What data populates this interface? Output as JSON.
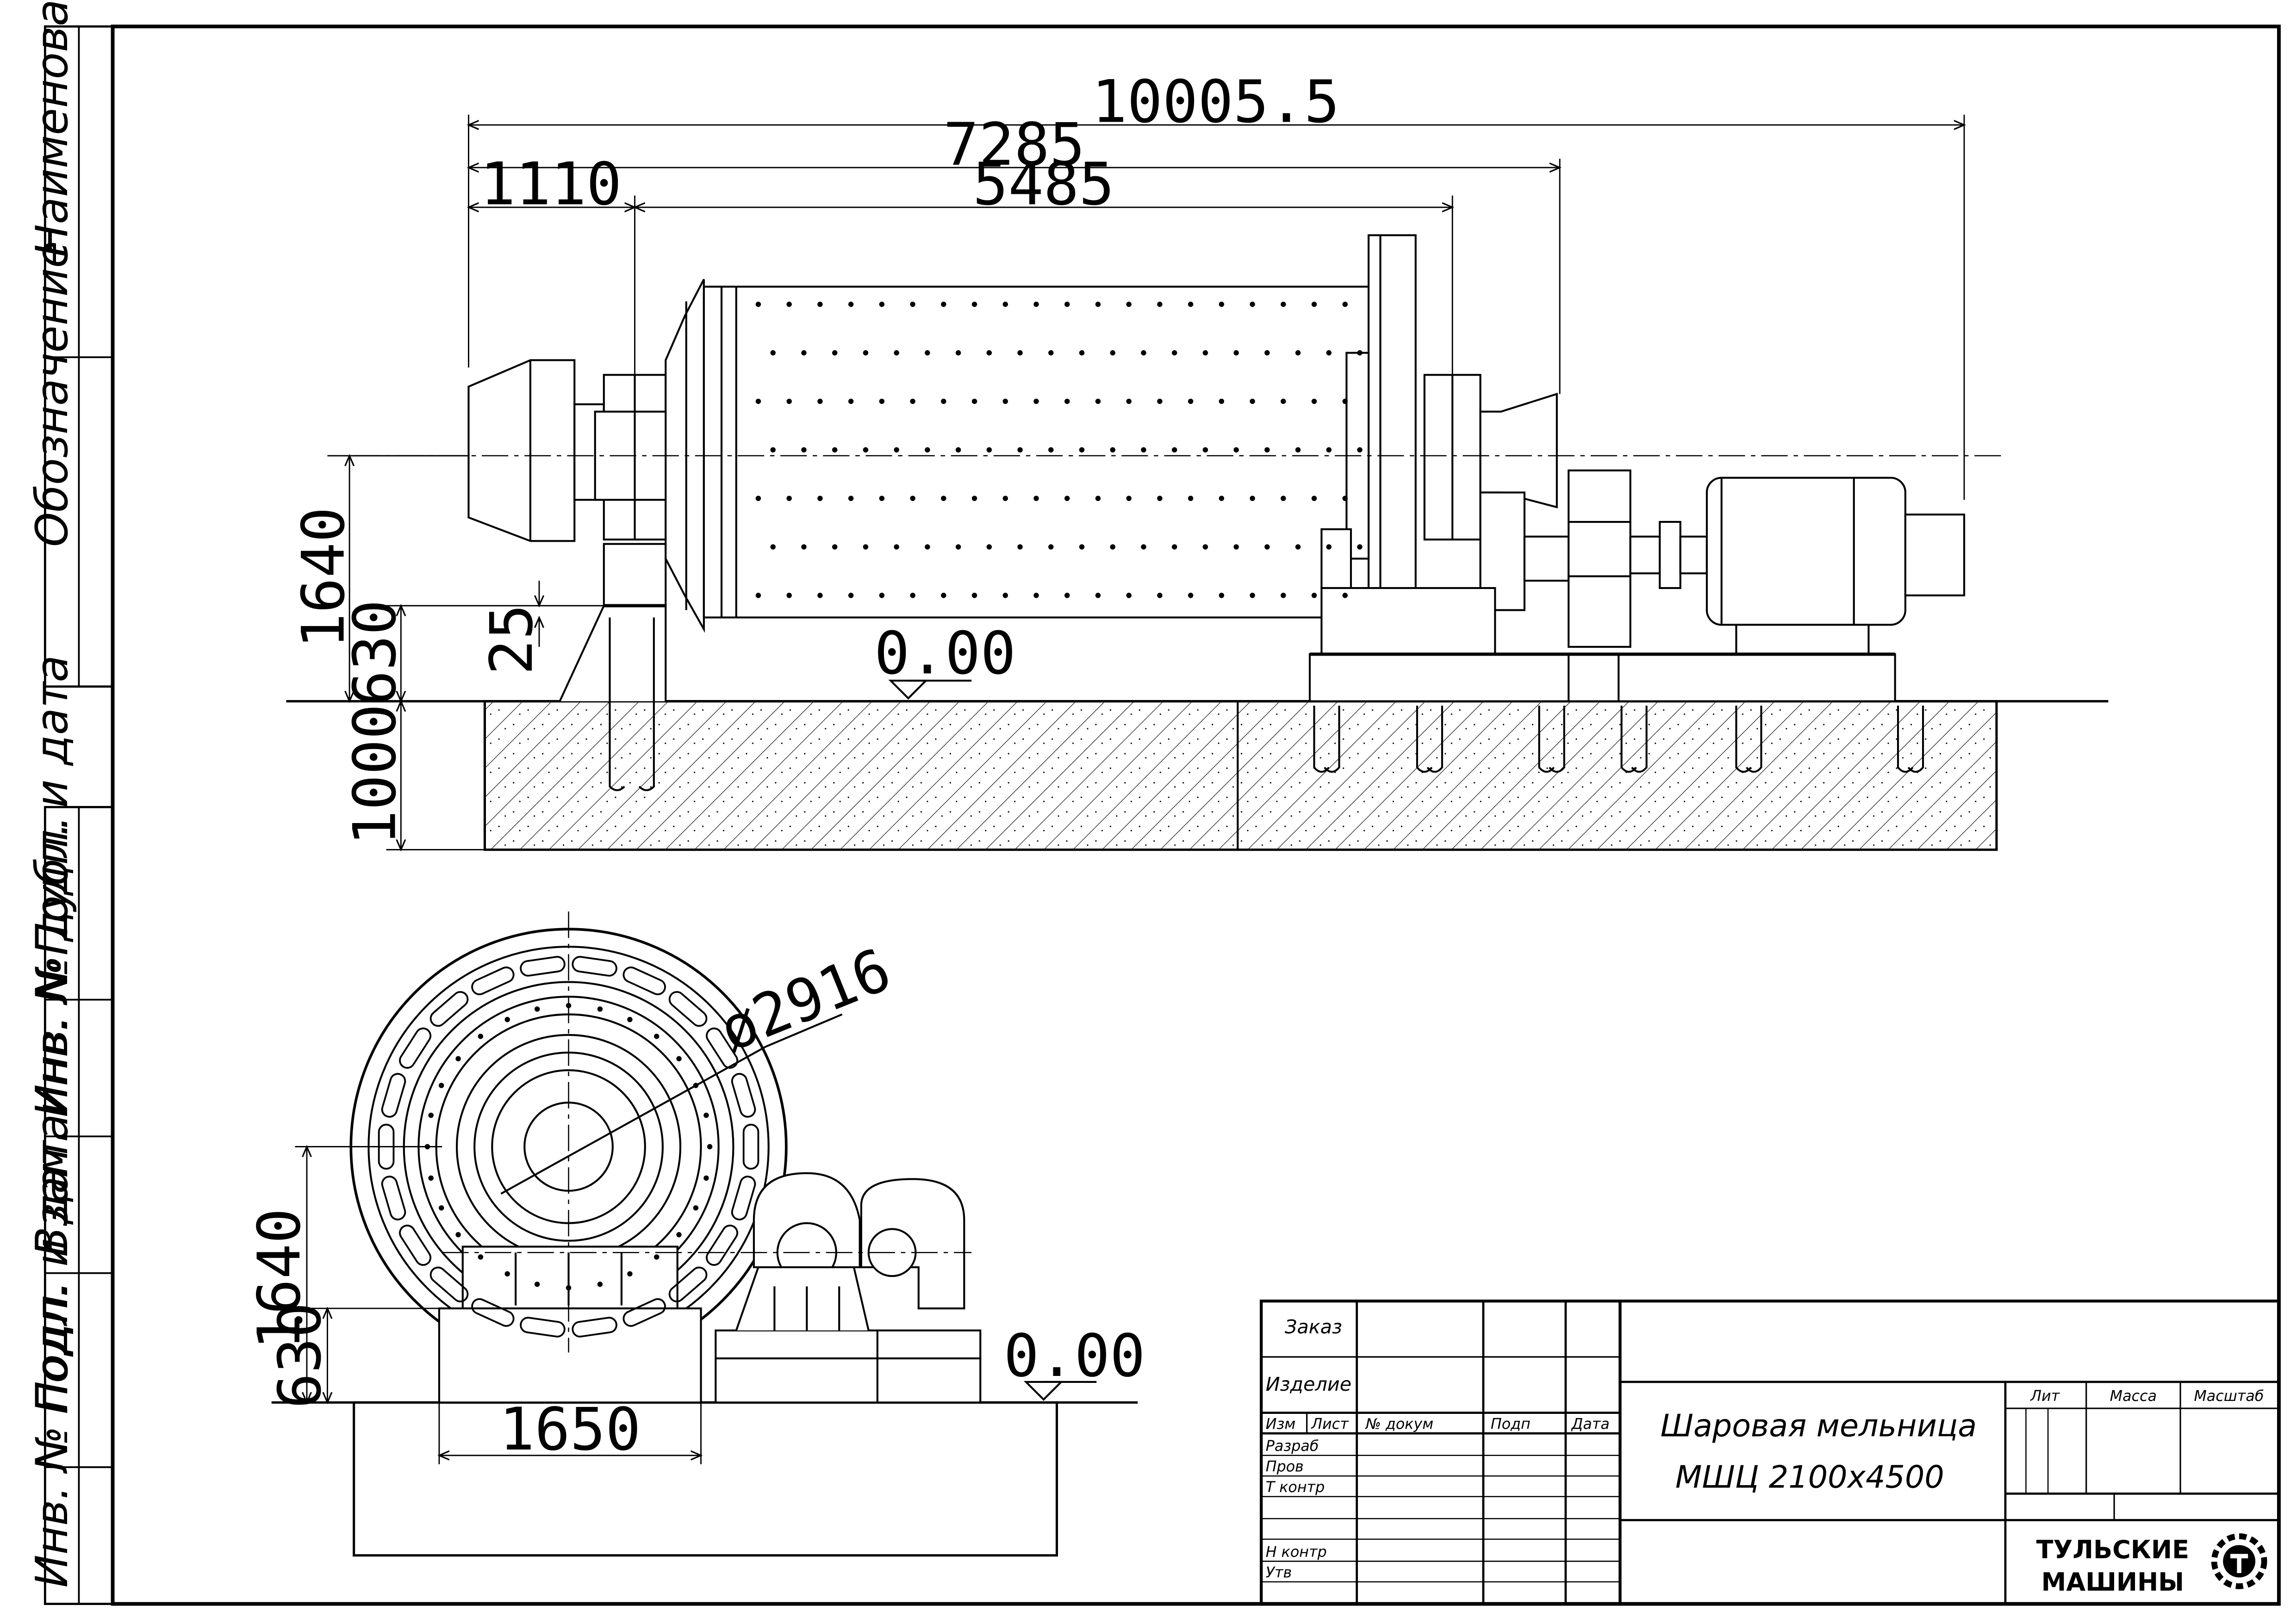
{
  "drawing": {
    "dimensions": {
      "overall_length": "10005.5",
      "length_to_coupling": "7285",
      "journal_offset": "1110",
      "bearing_span": "5485",
      "axis_height": "1640",
      "foundation_height": "630",
      "shim": "25",
      "pit_depth": "1000",
      "zero_level": "0.00",
      "end_axis_height": "1640",
      "end_foundation_height": "630",
      "end_zero_level": "0.00",
      "end_width": "1650",
      "flange_diameter": "ø2916"
    }
  },
  "side_stamp": {
    "naimenovanie": "Наименование",
    "oboznachenie": "Обозначение",
    "podp_data_1": "Подп. и дата",
    "inv_dubl": "Инв. № дубл.",
    "vzam_inv": "Взам. инв. №",
    "podp_data_2": "Подп. и дата",
    "inv_podl": "Инв. № подл."
  },
  "title_block": {
    "zakaz": "Заказ",
    "izdelie": "Изделие",
    "izm": "Изм",
    "list": "Лист",
    "n_dokum": "№ докум",
    "podp": "Подп",
    "data": "Дата",
    "razrab": "Разраб",
    "prov": "Пров",
    "t_kontr": "Т контр",
    "n_kontr": "Н контр",
    "utv": "Утв",
    "title_line1": "Шаровая мельница",
    "title_line2": "МШЦ 2100х4500",
    "lit": "Лит",
    "massa": "Масса",
    "masshtab": "Масштаб",
    "company_line1": "ТУЛЬСКИЕ",
    "company_line2": "МАШИНЫ"
  }
}
